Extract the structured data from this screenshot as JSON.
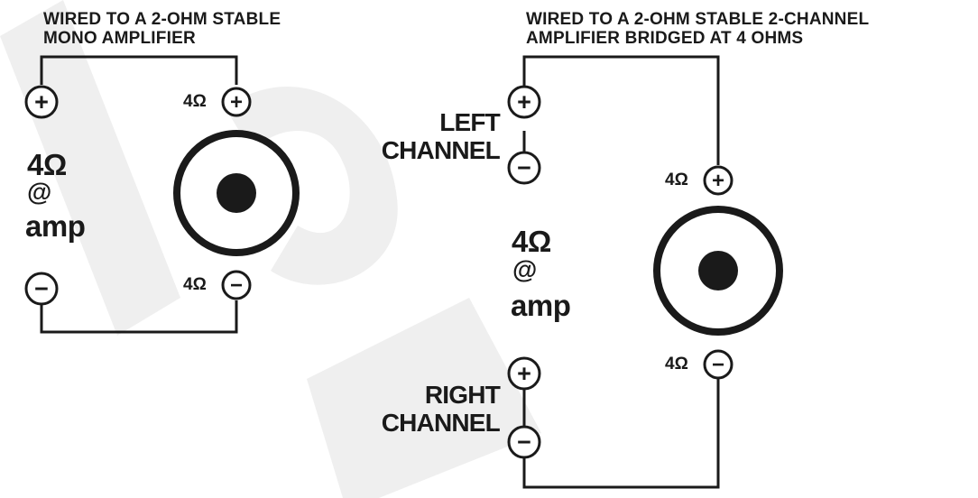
{
  "colors": {
    "ink": "#1a1a1a",
    "watermark": "#efefef",
    "background": "#ffffff"
  },
  "left_panel": {
    "title_line1": "WIRED TO A 2-OHM STABLE",
    "title_line2": "MONO AMPLIFIER",
    "terminal_plus_symbol": "+",
    "terminal_minus_symbol": "−",
    "speaker_plus_label": "4Ω",
    "speaker_minus_label": "4Ω",
    "load_value": "4Ω",
    "load_at": "@",
    "load_where": "amp"
  },
  "right_panel": {
    "title_line1": "WIRED TO A 2-OHM STABLE 2-CHANNEL",
    "title_line2": "AMPLIFIER BRIDGED AT 4 OHMS",
    "left_channel_line1": "LEFT",
    "left_channel_line2": "CHANNEL",
    "right_channel_line1": "RIGHT",
    "right_channel_line2": "CHANNEL",
    "speaker_plus_label": "4Ω",
    "speaker_minus_label": "4Ω",
    "load_value": "4Ω",
    "load_at": "@",
    "load_where": "amp"
  }
}
